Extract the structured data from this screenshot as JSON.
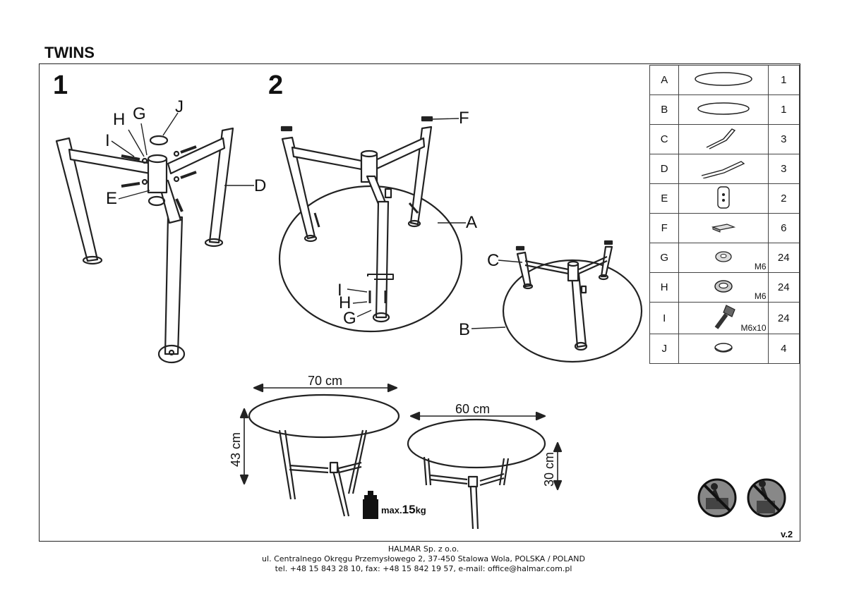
{
  "title": "TWINS",
  "version": "v.2",
  "steps": {
    "one": "1",
    "two": "2"
  },
  "labels": {
    "step1": {
      "h": "H",
      "g": "G",
      "j": "J",
      "i": "I",
      "e": "E",
      "d": "D"
    },
    "step2": {
      "f": "F",
      "a": "A",
      "c": "C",
      "i": "I",
      "h": "H",
      "g": "G",
      "b": "B"
    }
  },
  "dimensions": {
    "big_width": "70 cm",
    "big_height": "43 cm",
    "small_width": "60 cm",
    "small_height": "30 cm"
  },
  "max_load": {
    "prefix": "max.",
    "value": "15",
    "unit": "kg"
  },
  "parts": [
    {
      "letter": "A",
      "qty": "1",
      "size": "",
      "icon": "large-glass-top-icon"
    },
    {
      "letter": "B",
      "qty": "1",
      "size": "",
      "icon": "small-glass-top-icon"
    },
    {
      "letter": "C",
      "qty": "3",
      "size": "",
      "icon": "leg-c-icon"
    },
    {
      "letter": "D",
      "qty": "3",
      "size": "",
      "icon": "leg-d-icon"
    },
    {
      "letter": "E",
      "qty": "2",
      "size": "",
      "icon": "connector-icon"
    },
    {
      "letter": "F",
      "qty": "6",
      "size": "",
      "icon": "pad-icon"
    },
    {
      "letter": "G",
      "qty": "24",
      "size": "M6",
      "icon": "washer-icon"
    },
    {
      "letter": "H",
      "qty": "24",
      "size": "M6",
      "icon": "spring-washer-icon"
    },
    {
      "letter": "I",
      "qty": "24",
      "size": "M6x10",
      "icon": "bolt-icon"
    },
    {
      "letter": "J",
      "qty": "4",
      "size": "",
      "icon": "cap-icon"
    }
  ],
  "footer": {
    "company": "HALMAR Sp. z o.o.",
    "address": "ul. Centralnego Okręgu Przemysłowego 2, 37-450 Stalowa Wola, POLSKA / POLAND",
    "contact": "tel. +48 15 843 28 10, fax: +48 15 842 19 57, e-mail: office@halmar.com.pl"
  },
  "warning_icons": [
    "no-standing-icon",
    "no-sitting-icon"
  ]
}
